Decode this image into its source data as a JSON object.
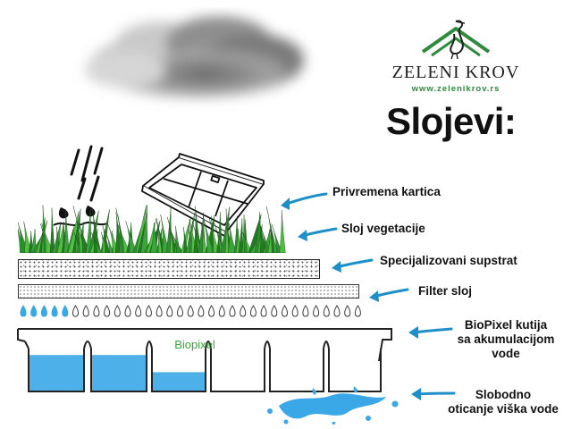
{
  "logo": {
    "name": "ZELENI KROV",
    "url": "www.zelenikrov.rs"
  },
  "title": "Slojevi:",
  "layers": [
    {
      "label": "Privremena kartica"
    },
    {
      "label": "Sloj vegetacije"
    },
    {
      "label": "Specijalizovani supstrat"
    },
    {
      "label": "Filter sloj"
    },
    {
      "label_line1": "BioPixel kutija",
      "label_line2": "sa akumulacijom",
      "label_line3": "vode"
    },
    {
      "label_line1": "Slobodno",
      "label_line2": "oticanje viška vode"
    }
  ],
  "box_logo": "Biopixel",
  "colors": {
    "arrow": "#1f8fc9",
    "grass": "#3aa63a",
    "water": "#3aa7e6",
    "logo_green": "#2e8b3d"
  }
}
